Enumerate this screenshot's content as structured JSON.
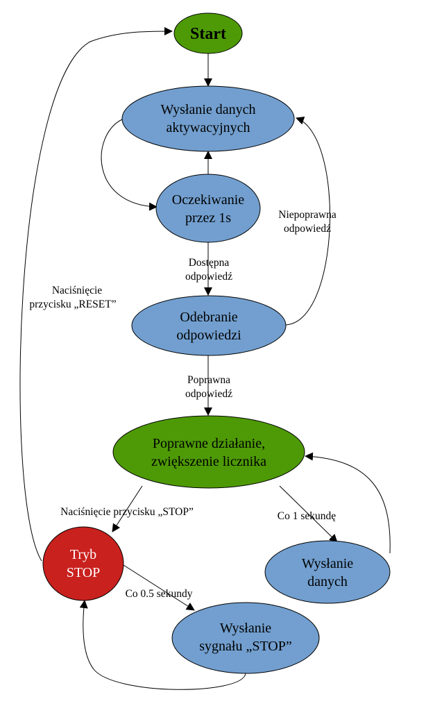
{
  "colors": {
    "start_fill": "#4e9a06",
    "blue_fill": "#729fcf",
    "green_fill": "#4e9a06",
    "stop_fill": "#c9211e",
    "stroke": "#000000"
  },
  "nodes": {
    "start": {
      "label": "Start"
    },
    "send_activation": {
      "line1": "Wysłanie danych",
      "line2": "aktywacyjnych"
    },
    "wait": {
      "line1": "Oczekiwanie",
      "line2": "przez 1s"
    },
    "receive": {
      "line1": "Odebranie",
      "line2": "odpowiedzi"
    },
    "correct": {
      "line1": "Poprawne działanie,",
      "line2": "zwiększenie licznika"
    },
    "stop_mode": {
      "line1": "Tryb",
      "line2": "STOP"
    },
    "send_data": {
      "line1": "Wysłanie",
      "line2": "danych"
    },
    "send_stop": {
      "line1": "Wysłanie",
      "line2": "sygnału „STOP”"
    }
  },
  "edges": {
    "available": {
      "line1": "Dostępna",
      "line2": "odpowiedź"
    },
    "incorrect": {
      "line1": "Niepoprawna",
      "line2": "odpowiedź"
    },
    "correct_resp": {
      "line1": "Poprawna",
      "line2": "odpowiedź"
    },
    "reset": {
      "line1": "Naciśnięcie",
      "line2": "przycisku „RESET”"
    },
    "stop_press": {
      "label": "Naciśnięcie przycisku „STOP”"
    },
    "every_1s": {
      "label": "Co 1 sekundę"
    },
    "every_05s": {
      "label": "Co 0.5 sekundy"
    }
  }
}
